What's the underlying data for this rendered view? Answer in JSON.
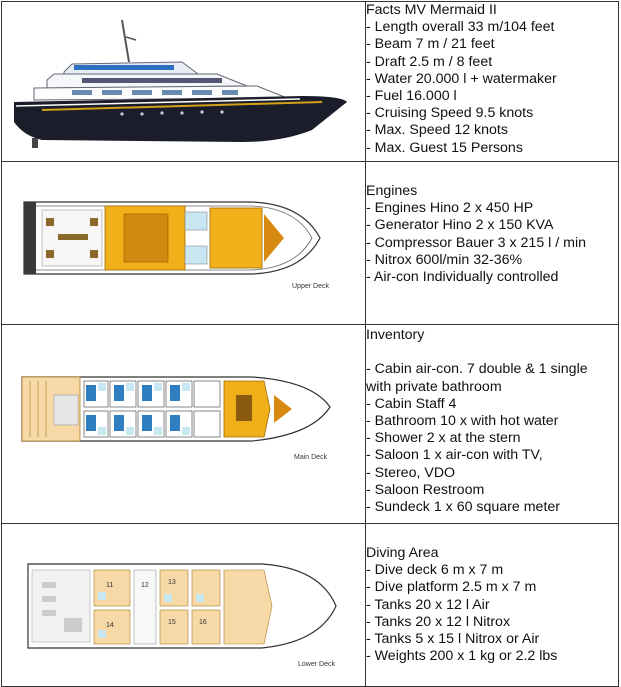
{
  "rows": [
    {
      "title": "Facts MV Mermaid II",
      "items": [
        "- Length overall 33 m/104 feet",
        "- Beam 7 m / 21 feet",
        "- Draft 2.5 m    / 8 feet",
        "- Water 20.000 l + watermaker",
        "- Fuel 16.000 l",
        "- Cruising Speed 9.5 knots",
        "- Max. Speed 12 knots",
        "- Max. Guest 15 Persons"
      ]
    },
    {
      "title": "Engines",
      "image_label": "Upper Deck",
      "items": [
        "- Engines Hino 2 x 450 HP",
        "- Generator Hino 2 x 150 KVA",
        "- Compressor Bauer   3 x 215 l / min",
        "- Nitrox 600l/min 32-36%",
        "- Air-con Individually controlled"
      ]
    },
    {
      "title": "Inventory",
      "image_label": "Main Deck",
      "items": [
        "",
        "- Cabin air-con. 7 double & 1 single",
        "with private bathroom",
        "- Cabin Staff 4",
        "- Bathroom 10 x with hot water",
        "- Shower 2 x at the stern",
        "- Saloon 1 x air-con with TV,",
        "- Stereo, VDO",
        "- Saloon Restroom",
        "- Sundeck 1 x 60 square meter"
      ]
    },
    {
      "title": "Diving Area",
      "image_label": "Lower Deck",
      "items": [
        "- Dive deck 6 m x 7 m",
        "- Dive platform 2.5 m x 7 m",
        "- Tanks 20 x 12 l Air",
        "- Tanks 20 x 12 l Nitrox",
        "- Tanks 5 x 15 l Nitrox or Air",
        "- Weights 200 x 1 kg or 2.2 lbs"
      ]
    }
  ],
  "lower_deck_numbers": [
    "11",
    "12",
    "13",
    "14",
    "15",
    "16"
  ]
}
